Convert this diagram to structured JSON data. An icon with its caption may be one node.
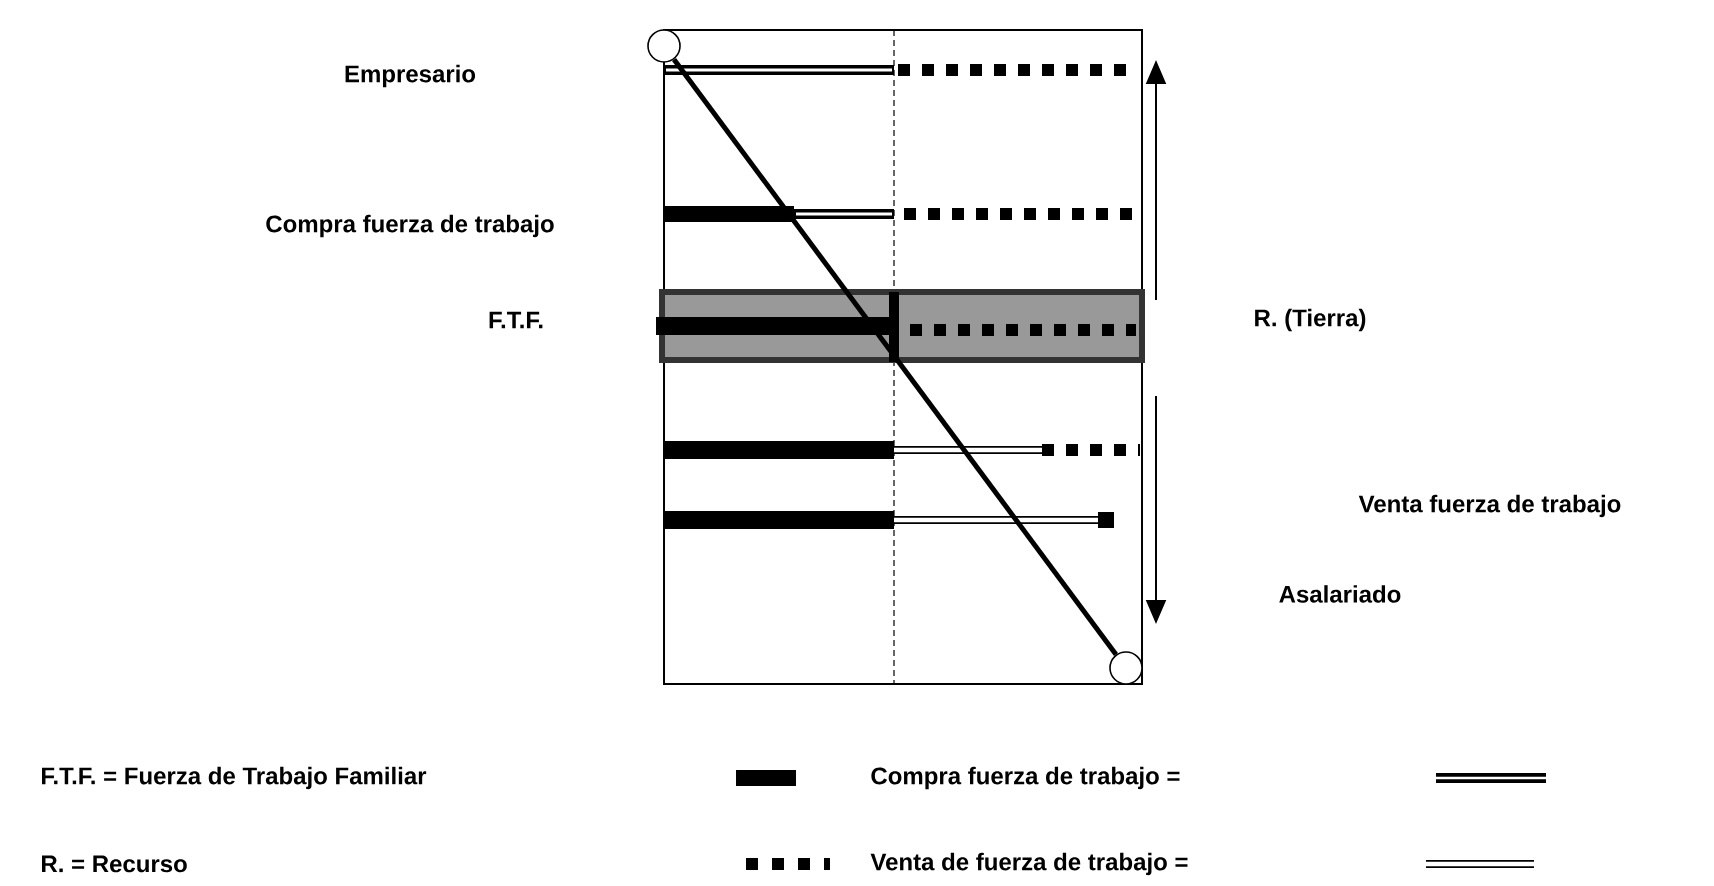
{
  "diagram": {
    "nodes": [
      {
        "text": [],
        "shape": "circle"
      },
      {
        "text": [],
        "shape": "circle"
      }
    ],
    "edges": [
      {
        "from": 0,
        "to": 1,
        "arrow": "none"
      }
    ],
    "labels": [
      "Empresario",
      "Compra fuerza de trabajo",
      "F.T.F.",
      "R. (Tierra)",
      "Venta fuerza de trabajo",
      "Asalariado"
    ],
    "legend": [
      {
        "text": "F.T.F. = Fuerza de Trabajo Familiar",
        "color": "#000000"
      },
      {
        "text": "Compra fuerza de trabajo ="
      },
      {
        "text": "R. = Recurso"
      },
      {
        "text": "Venta de fuerza de trabajo ="
      }
    ]
  }
}
